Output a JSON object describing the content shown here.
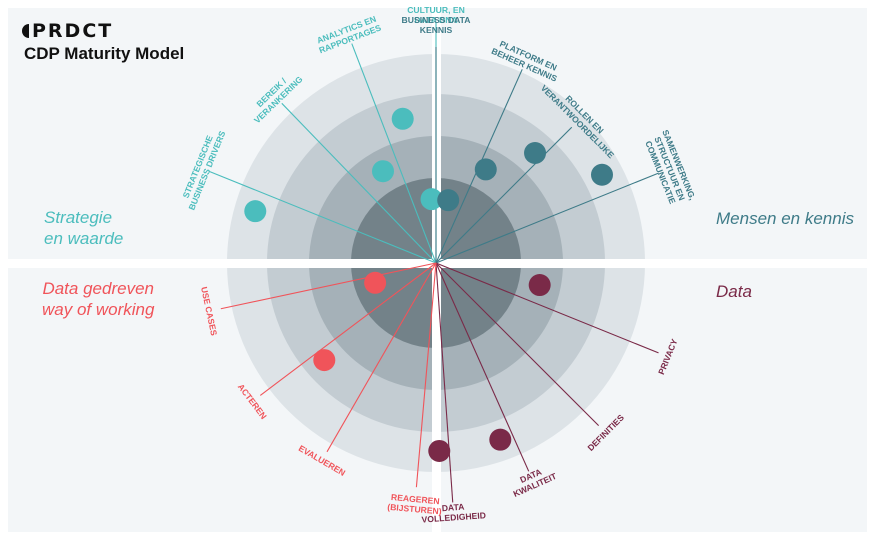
{
  "brand": {
    "logo_text": "PRDCT"
  },
  "header": {
    "title": "CDP Maturity Model"
  },
  "quadrants": {
    "strategie": {
      "title_line1": "Strategie",
      "title_line2": "en waarde",
      "color": "#4bbdbd"
    },
    "mensen": {
      "title": "Mensen en kennis",
      "color": "#3e7b88"
    },
    "data": {
      "title": "Data",
      "color": "#7a2a48"
    },
    "dgw": {
      "title_line1": "Data gedreven",
      "title_line2": "way of working",
      "color": "#f0545a"
    }
  },
  "colors": {
    "panel": "#f3f6f8",
    "ring1": "#dde3e7",
    "ring2": "#c3ccd2",
    "ring3": "#a5b1b8",
    "core": "#738289"
  },
  "spokes": [
    {
      "id": "strategische-business-drivers",
      "quadrant": "strategie",
      "lines": [
        "STRATEGISCHE",
        "BUSINESS DRIVERS"
      ],
      "level": 1
    },
    {
      "id": "bereik-verankering",
      "quadrant": "strategie",
      "lines": [
        "BEREIK /",
        "VERANKERING"
      ],
      "level": 3
    },
    {
      "id": "analytics-rapportages",
      "quadrant": "strategie",
      "lines": [
        "ANALYTICS EN",
        "RAPPORTAGES"
      ],
      "level": 2
    },
    {
      "id": "cultuur-data-dna",
      "quadrant": "strategie",
      "lines": [
        "CULTUUR, EN",
        "DATA DNA"
      ],
      "level": 4
    },
    {
      "id": "business-data-kennis",
      "quadrant": "mensen",
      "lines": [
        "BUSINESS DATA",
        "KENNIS"
      ],
      "level": 4
    },
    {
      "id": "platform-beheer-kennis",
      "quadrant": "mensen",
      "lines": [
        "PLATFORM EN",
        "BEHEER KENNIS"
      ],
      "level": 3
    },
    {
      "id": "rollen-verantwoordelijke",
      "quadrant": "mensen",
      "lines": [
        "ROLLEN EN",
        "VERANTWOORDELIJKE"
      ],
      "level": 2
    },
    {
      "id": "samenwerking-structuur",
      "quadrant": "mensen",
      "lines": [
        "SAMENWERKING,",
        "STRUCTUUR EN",
        "COMMUNICATIE"
      ],
      "level": 1
    },
    {
      "id": "privacy",
      "quadrant": "data",
      "lines": [
        "PRIVACY"
      ],
      "level": 3
    },
    {
      "id": "definities",
      "quadrant": "data",
      "lines": [
        "DEFINITIES"
      ],
      "level": 0
    },
    {
      "id": "data-kwaliteit",
      "quadrant": "data",
      "lines": [
        "DATA",
        "KWALITEIT"
      ],
      "level": 1
    },
    {
      "id": "data-volledigheid",
      "quadrant": "data",
      "lines": [
        "DATA",
        "VOLLEDIGHEID"
      ],
      "level": 1
    },
    {
      "id": "reageren-bijsturen",
      "quadrant": "dgw",
      "lines": [
        "REAGEREN",
        "(BIJSTUREN)"
      ],
      "level": 0
    },
    {
      "id": "evalueren",
      "quadrant": "dgw",
      "lines": [
        "EVALUEREN"
      ],
      "level": 0
    },
    {
      "id": "acteren",
      "quadrant": "dgw",
      "lines": [
        "ACTEREN"
      ],
      "level": 2
    },
    {
      "id": "use-cases",
      "quadrant": "dgw",
      "lines": [
        "USE CASES"
      ],
      "level": 4
    }
  ]
}
